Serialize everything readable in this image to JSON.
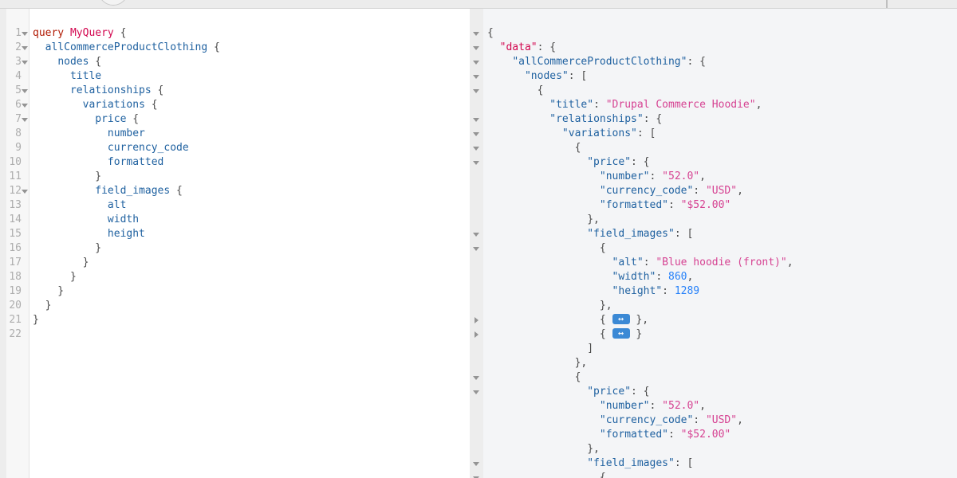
{
  "palette": {
    "keyword": "#B11A04",
    "def": "#D2054E",
    "property": "#1F61A0",
    "string": "#D64292",
    "number": "#2882F9",
    "punctuation": "#4A4A4A",
    "fold_widget_bg": "#3B89D5",
    "line_number": "#ADADAD",
    "fold_arrow": "#949494",
    "topbar_bg": "#ECECEC",
    "result_bg": "#F4F5F7"
  },
  "query_editor": {
    "lines": [
      {
        "no": 1,
        "fold": "open",
        "tokens": [
          [
            "kw",
            "query"
          ],
          [
            "pl",
            " "
          ],
          [
            "def",
            "MyQuery"
          ],
          [
            "pl",
            " {"
          ]
        ]
      },
      {
        "no": 2,
        "fold": "open",
        "tokens": [
          [
            "pl",
            "  "
          ],
          [
            "prop",
            "allCommerceProductClothing"
          ],
          [
            "pl",
            " {"
          ]
        ]
      },
      {
        "no": 3,
        "fold": "open",
        "tokens": [
          [
            "pl",
            "    "
          ],
          [
            "prop",
            "nodes"
          ],
          [
            "pl",
            " {"
          ]
        ]
      },
      {
        "no": 4,
        "fold": "",
        "tokens": [
          [
            "pl",
            "      "
          ],
          [
            "prop",
            "title"
          ]
        ]
      },
      {
        "no": 5,
        "fold": "open",
        "tokens": [
          [
            "pl",
            "      "
          ],
          [
            "prop",
            "relationships"
          ],
          [
            "pl",
            " {"
          ]
        ]
      },
      {
        "no": 6,
        "fold": "open",
        "tokens": [
          [
            "pl",
            "        "
          ],
          [
            "prop",
            "variations"
          ],
          [
            "pl",
            " {"
          ]
        ]
      },
      {
        "no": 7,
        "fold": "open",
        "tokens": [
          [
            "pl",
            "          "
          ],
          [
            "prop",
            "price"
          ],
          [
            "pl",
            " {"
          ]
        ]
      },
      {
        "no": 8,
        "fold": "",
        "tokens": [
          [
            "pl",
            "            "
          ],
          [
            "prop",
            "number"
          ]
        ]
      },
      {
        "no": 9,
        "fold": "",
        "tokens": [
          [
            "pl",
            "            "
          ],
          [
            "prop",
            "currency_code"
          ]
        ]
      },
      {
        "no": 10,
        "fold": "",
        "tokens": [
          [
            "pl",
            "            "
          ],
          [
            "prop",
            "formatted"
          ]
        ]
      },
      {
        "no": 11,
        "fold": "",
        "tokens": [
          [
            "pl",
            "          }"
          ]
        ]
      },
      {
        "no": 12,
        "fold": "open",
        "tokens": [
          [
            "pl",
            "          "
          ],
          [
            "prop",
            "field_images"
          ],
          [
            "pl",
            " {"
          ]
        ]
      },
      {
        "no": 13,
        "fold": "",
        "tokens": [
          [
            "pl",
            "            "
          ],
          [
            "prop",
            "alt"
          ]
        ]
      },
      {
        "no": 14,
        "fold": "",
        "tokens": [
          [
            "pl",
            "            "
          ],
          [
            "prop",
            "width"
          ]
        ]
      },
      {
        "no": 15,
        "fold": "",
        "tokens": [
          [
            "pl",
            "            "
          ],
          [
            "prop",
            "height"
          ]
        ]
      },
      {
        "no": 16,
        "fold": "",
        "tokens": [
          [
            "pl",
            "          }"
          ]
        ]
      },
      {
        "no": 17,
        "fold": "",
        "tokens": [
          [
            "pl",
            "        }"
          ]
        ]
      },
      {
        "no": 18,
        "fold": "",
        "tokens": [
          [
            "pl",
            "      }"
          ]
        ]
      },
      {
        "no": 19,
        "fold": "",
        "tokens": [
          [
            "pl",
            "    }"
          ]
        ]
      },
      {
        "no": 20,
        "fold": "",
        "tokens": [
          [
            "pl",
            "  }"
          ]
        ]
      },
      {
        "no": 21,
        "fold": "",
        "tokens": [
          [
            "pl",
            "}"
          ]
        ]
      },
      {
        "no": 22,
        "fold": "",
        "tokens": []
      }
    ]
  },
  "result_viewer": {
    "lines": [
      {
        "fold": "open",
        "tokens": [
          [
            "pl",
            "{"
          ]
        ]
      },
      {
        "fold": "open",
        "tokens": [
          [
            "pl",
            "  "
          ],
          [
            "def",
            "\"data\""
          ],
          [
            "pl",
            ": {"
          ]
        ]
      },
      {
        "fold": "open",
        "tokens": [
          [
            "pl",
            "    "
          ],
          [
            "prop",
            "\"allCommerceProductClothing\""
          ],
          [
            "pl",
            ": {"
          ]
        ]
      },
      {
        "fold": "open",
        "tokens": [
          [
            "pl",
            "      "
          ],
          [
            "prop",
            "\"nodes\""
          ],
          [
            "pl",
            ": ["
          ]
        ]
      },
      {
        "fold": "open",
        "tokens": [
          [
            "pl",
            "        {"
          ]
        ]
      },
      {
        "fold": "",
        "tokens": [
          [
            "pl",
            "          "
          ],
          [
            "prop",
            "\"title\""
          ],
          [
            "pl",
            ": "
          ],
          [
            "str",
            "\"Drupal Commerce Hoodie\""
          ],
          [
            "pl",
            ","
          ]
        ]
      },
      {
        "fold": "open",
        "tokens": [
          [
            "pl",
            "          "
          ],
          [
            "prop",
            "\"relationships\""
          ],
          [
            "pl",
            ": {"
          ]
        ]
      },
      {
        "fold": "open",
        "tokens": [
          [
            "pl",
            "            "
          ],
          [
            "prop",
            "\"variations\""
          ],
          [
            "pl",
            ": ["
          ]
        ]
      },
      {
        "fold": "open",
        "tokens": [
          [
            "pl",
            "              {"
          ]
        ]
      },
      {
        "fold": "open",
        "tokens": [
          [
            "pl",
            "                "
          ],
          [
            "prop",
            "\"price\""
          ],
          [
            "pl",
            ": {"
          ]
        ]
      },
      {
        "fold": "",
        "tokens": [
          [
            "pl",
            "                  "
          ],
          [
            "prop",
            "\"number\""
          ],
          [
            "pl",
            ": "
          ],
          [
            "str",
            "\"52.0\""
          ],
          [
            "pl",
            ","
          ]
        ]
      },
      {
        "fold": "",
        "tokens": [
          [
            "pl",
            "                  "
          ],
          [
            "prop",
            "\"currency_code\""
          ],
          [
            "pl",
            ": "
          ],
          [
            "str",
            "\"USD\""
          ],
          [
            "pl",
            ","
          ]
        ]
      },
      {
        "fold": "",
        "tokens": [
          [
            "pl",
            "                  "
          ],
          [
            "prop",
            "\"formatted\""
          ],
          [
            "pl",
            ": "
          ],
          [
            "str",
            "\"$52.00\""
          ]
        ]
      },
      {
        "fold": "",
        "tokens": [
          [
            "pl",
            "                },"
          ]
        ]
      },
      {
        "fold": "open",
        "tokens": [
          [
            "pl",
            "                "
          ],
          [
            "prop",
            "\"field_images\""
          ],
          [
            "pl",
            ": ["
          ]
        ]
      },
      {
        "fold": "open",
        "tokens": [
          [
            "pl",
            "                  {"
          ]
        ]
      },
      {
        "fold": "",
        "tokens": [
          [
            "pl",
            "                    "
          ],
          [
            "prop",
            "\"alt\""
          ],
          [
            "pl",
            ": "
          ],
          [
            "str",
            "\"Blue hoodie (front)\""
          ],
          [
            "pl",
            ","
          ]
        ]
      },
      {
        "fold": "",
        "tokens": [
          [
            "pl",
            "                    "
          ],
          [
            "prop",
            "\"width\""
          ],
          [
            "pl",
            ": "
          ],
          [
            "num",
            "860"
          ],
          [
            "pl",
            ","
          ]
        ]
      },
      {
        "fold": "",
        "tokens": [
          [
            "pl",
            "                    "
          ],
          [
            "prop",
            "\"height\""
          ],
          [
            "pl",
            ": "
          ],
          [
            "num",
            "1289"
          ]
        ]
      },
      {
        "fold": "",
        "tokens": [
          [
            "pl",
            "                  },"
          ]
        ]
      },
      {
        "fold": "collapsed",
        "tokens": [
          [
            "pl",
            "                  { "
          ],
          [
            "widget",
            "↔"
          ],
          [
            "pl",
            " },"
          ]
        ]
      },
      {
        "fold": "collapsed",
        "tokens": [
          [
            "pl",
            "                  { "
          ],
          [
            "widget",
            "↔"
          ],
          [
            "pl",
            " }"
          ]
        ]
      },
      {
        "fold": "",
        "tokens": [
          [
            "pl",
            "                ]"
          ]
        ]
      },
      {
        "fold": "",
        "tokens": [
          [
            "pl",
            "              },"
          ]
        ]
      },
      {
        "fold": "open",
        "tokens": [
          [
            "pl",
            "              {"
          ]
        ]
      },
      {
        "fold": "open",
        "tokens": [
          [
            "pl",
            "                "
          ],
          [
            "prop",
            "\"price\""
          ],
          [
            "pl",
            ": {"
          ]
        ]
      },
      {
        "fold": "",
        "tokens": [
          [
            "pl",
            "                  "
          ],
          [
            "prop",
            "\"number\""
          ],
          [
            "pl",
            ": "
          ],
          [
            "str",
            "\"52.0\""
          ],
          [
            "pl",
            ","
          ]
        ]
      },
      {
        "fold": "",
        "tokens": [
          [
            "pl",
            "                  "
          ],
          [
            "prop",
            "\"currency_code\""
          ],
          [
            "pl",
            ": "
          ],
          [
            "str",
            "\"USD\""
          ],
          [
            "pl",
            ","
          ]
        ]
      },
      {
        "fold": "",
        "tokens": [
          [
            "pl",
            "                  "
          ],
          [
            "prop",
            "\"formatted\""
          ],
          [
            "pl",
            ": "
          ],
          [
            "str",
            "\"$52.00\""
          ]
        ]
      },
      {
        "fold": "",
        "tokens": [
          [
            "pl",
            "                },"
          ]
        ]
      },
      {
        "fold": "open",
        "tokens": [
          [
            "pl",
            "                "
          ],
          [
            "prop",
            "\"field_images\""
          ],
          [
            "pl",
            ": ["
          ]
        ]
      },
      {
        "fold": "open",
        "tokens": [
          [
            "pl",
            "                  {"
          ]
        ]
      }
    ]
  }
}
